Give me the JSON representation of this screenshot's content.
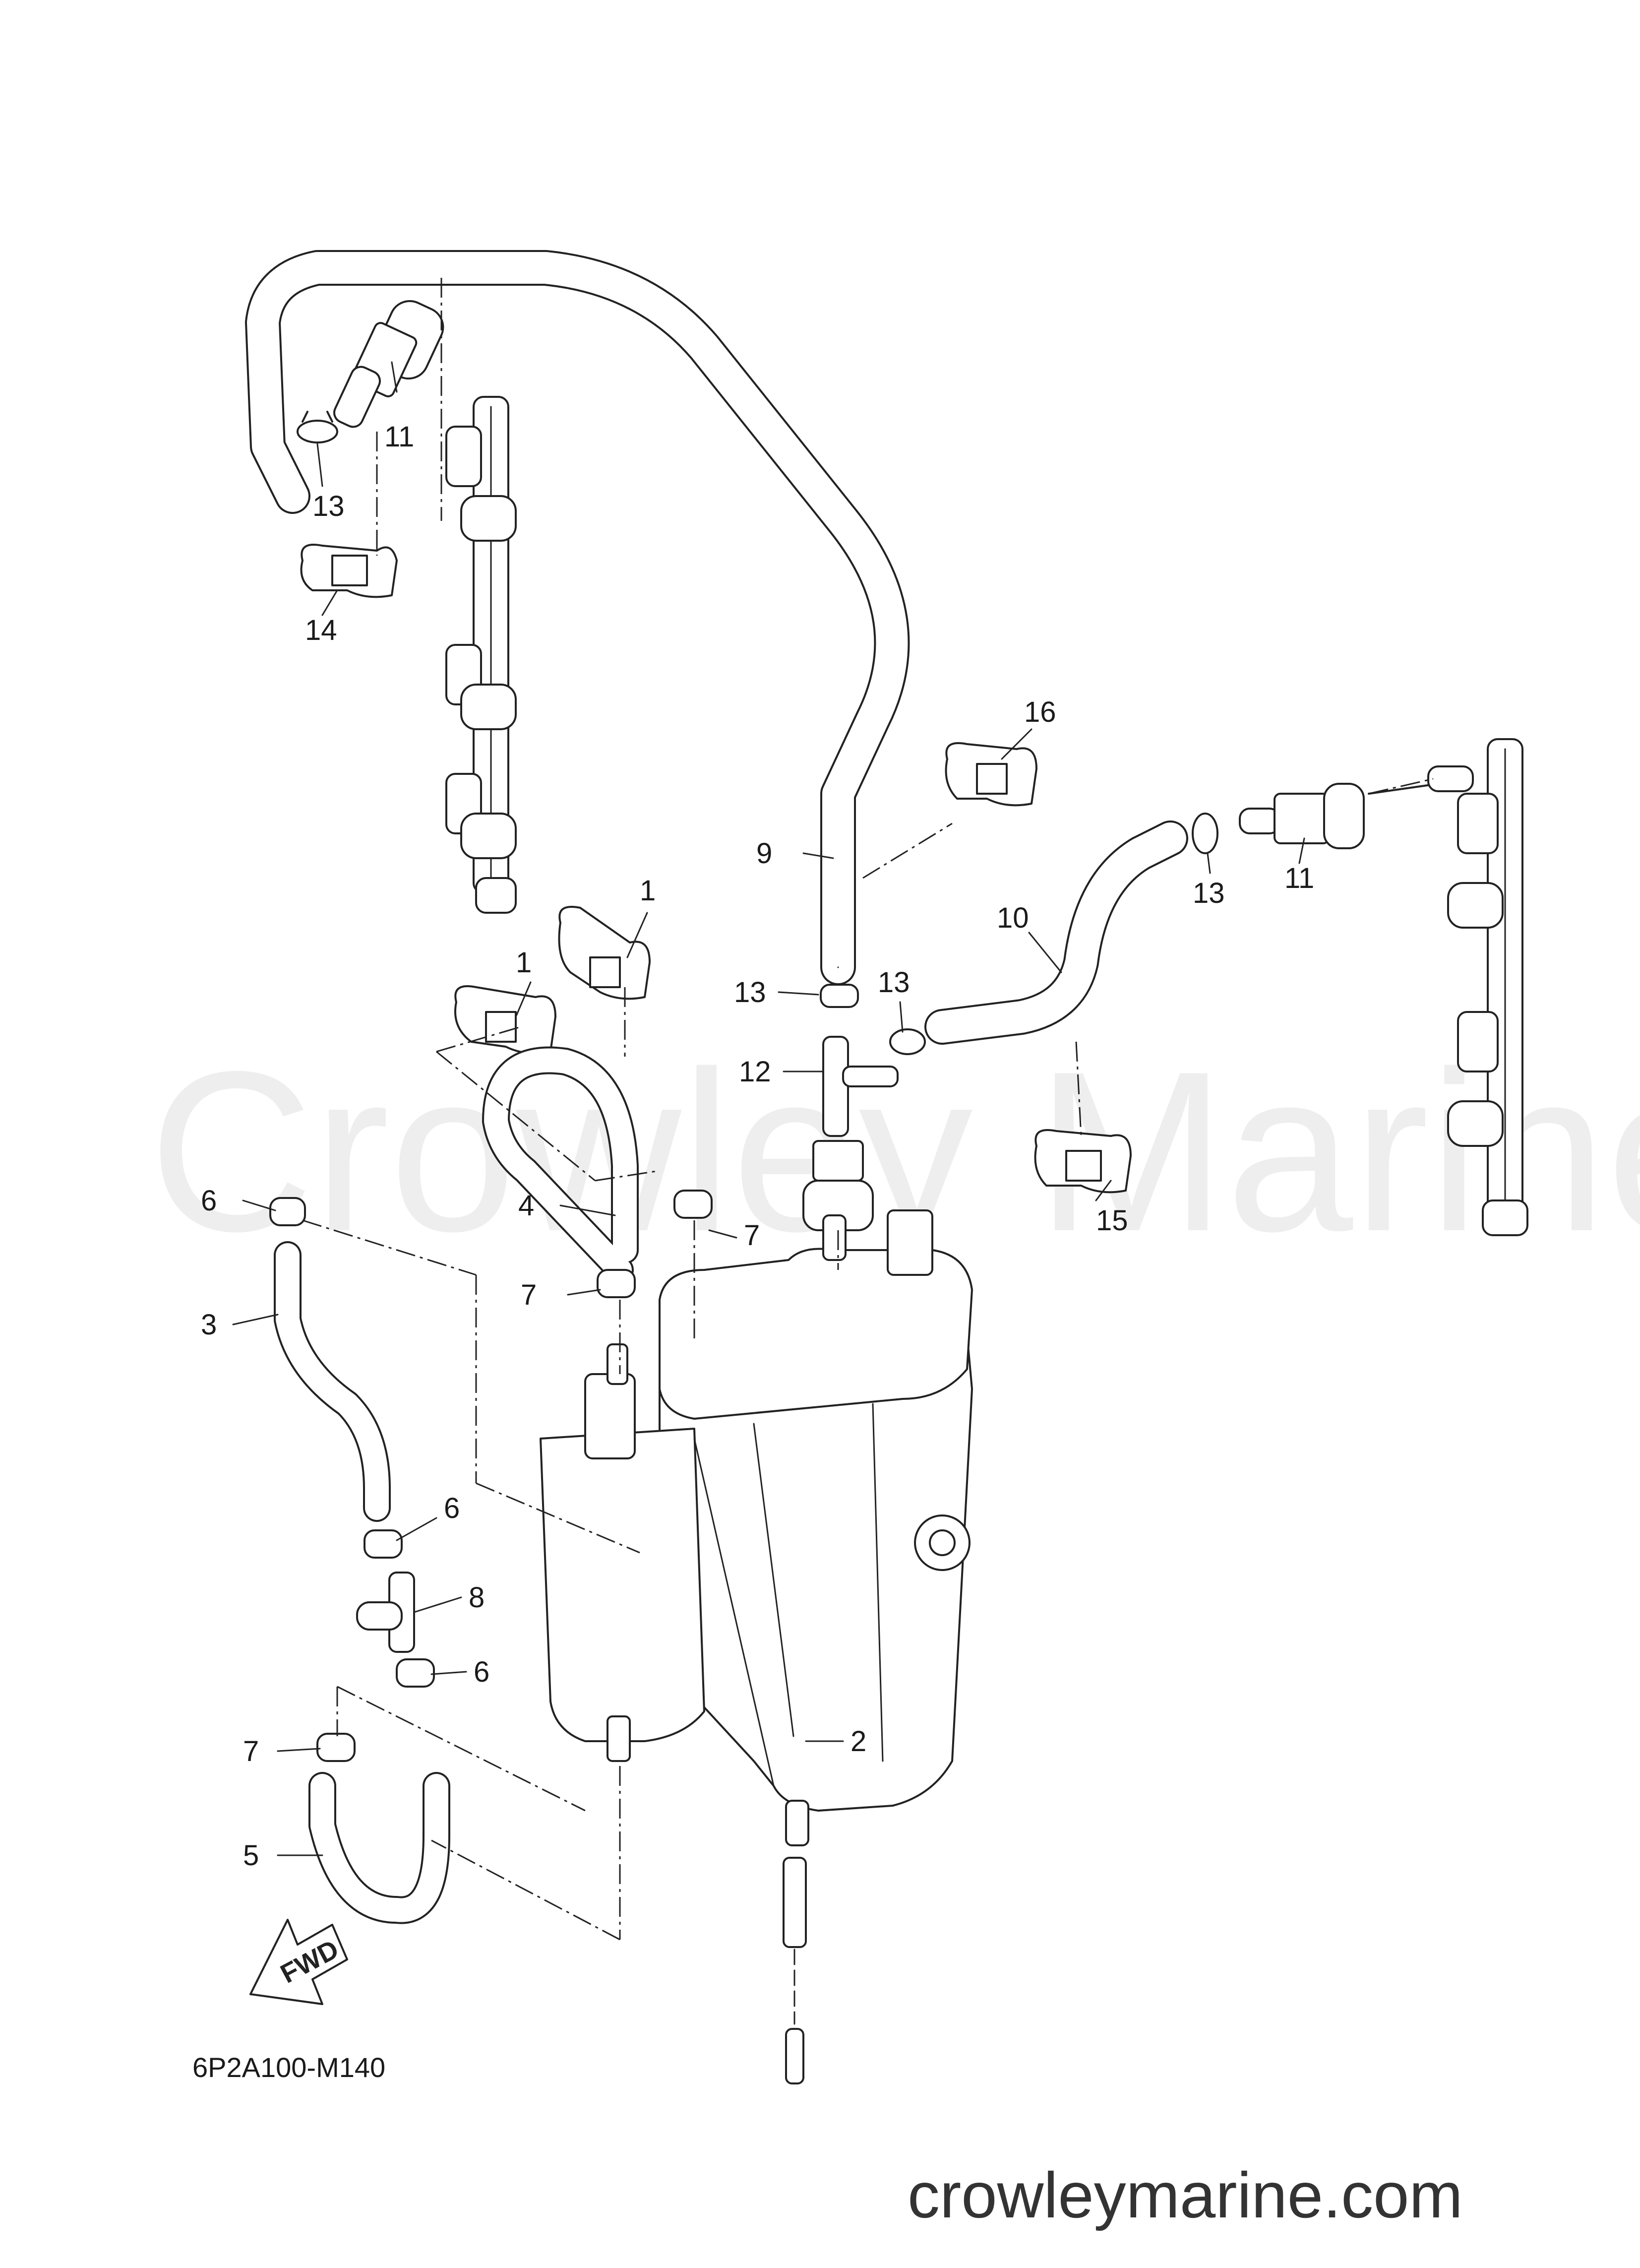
{
  "diagram": {
    "code": "6P2A100-M140",
    "direction_label": "FWD",
    "website": "crowleymarine.com",
    "watermark": "Crowley Marine",
    "callouts": [
      "1",
      "1",
      "2",
      "3",
      "4",
      "5",
      "6",
      "6",
      "6",
      "7",
      "7",
      "7",
      "8",
      "9",
      "10",
      "11",
      "11",
      "12",
      "13",
      "13",
      "13",
      "13",
      "14",
      "15",
      "16"
    ]
  }
}
